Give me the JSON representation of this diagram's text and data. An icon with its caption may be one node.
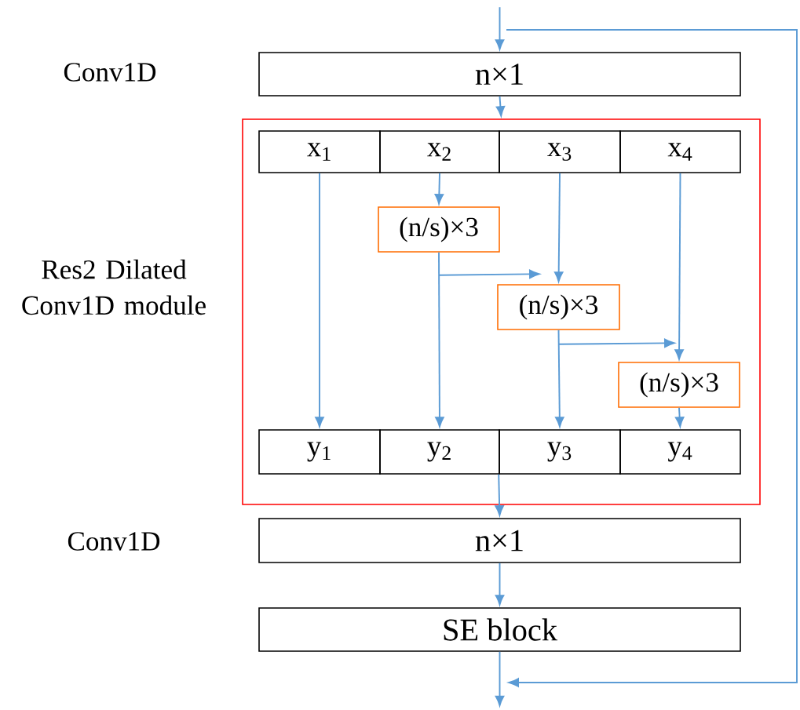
{
  "diagram": {
    "nodes": [
      {
        "text": [
          "n×1"
        ],
        "beside": [
          "Conv1D"
        ]
      },
      {
        "text": [],
        "shape": "box",
        "beside": [
          "Res2 Dilated Conv1D module"
        ]
      },
      {
        "text": [
          "x$_{1}$"
        ],
        "in": 1
      },
      {
        "text": [
          "x$_{2}$"
        ],
        "in": 1
      },
      {
        "text": [
          "x$_{3}$"
        ],
        "in": 1
      },
      {
        "text": [
          "x$_{4}$"
        ],
        "in": 1
      },
      {
        "text": [
          "(n/s)×3"
        ],
        "in": 1
      },
      {
        "text": [
          "(n/s)×3"
        ],
        "in": 1
      },
      {
        "text": [
          "(n/s)×3"
        ],
        "in": 1
      },
      {
        "text": [
          "y$_{1}$"
        ],
        "in": 1
      },
      {
        "text": [
          "y$_{2}$"
        ],
        "in": 1
      },
      {
        "text": [
          "y$_{3}$"
        ],
        "in": 1
      },
      {
        "text": [
          "y$_{4}$"
        ],
        "in": 1
      },
      {
        "text": [
          "n×1"
        ],
        "beside": [
          "Conv1D"
        ]
      },
      {
        "text": [
          "SE block"
        ]
      }
    ],
    "edges": [
      {
        "from": null,
        "to": 0,
        "arrow": "to"
      },
      {
        "from": 0,
        "to": 1,
        "arrow": "to"
      },
      {
        "from": 2,
        "to": 9,
        "arrow": "to"
      },
      {
        "from": 3,
        "to": 6,
        "arrow": "to"
      },
      {
        "from": 6,
        "to": 10,
        "arrow": "to"
      },
      {
        "from": 6,
        "to": 7,
        "arrow": "to"
      },
      {
        "from": 4,
        "to": 7,
        "arrow": "to"
      },
      {
        "from": 7,
        "to": 11,
        "arrow": "to"
      },
      {
        "from": 7,
        "to": 8,
        "arrow": "to"
      },
      {
        "from": 5,
        "to": 8,
        "arrow": "to"
      },
      {
        "from": 8,
        "to": 12,
        "arrow": "to"
      },
      {
        "from": 11,
        "to": 13,
        "arrow": "to"
      },
      {
        "from": 13,
        "to": 14,
        "arrow": "to"
      },
      {
        "from": 14,
        "to": null,
        "arrow": "to"
      }
    ]
  }
}
